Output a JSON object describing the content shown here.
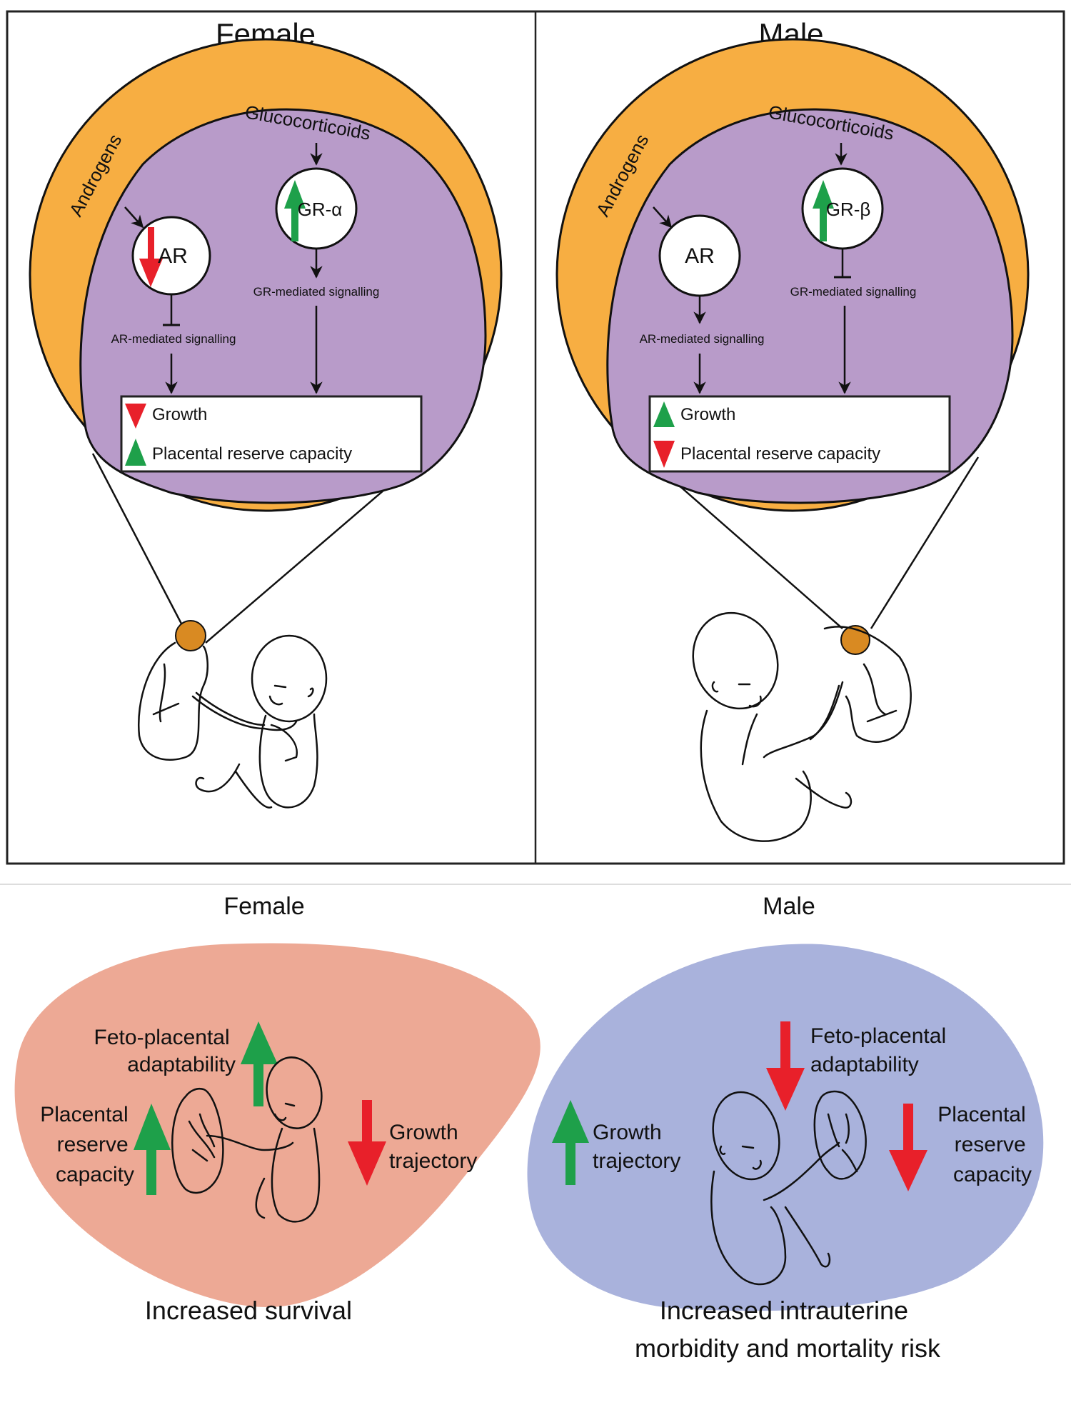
{
  "top_panels": [
    {
      "title": "Female",
      "hormones": {
        "androgens": "Androgens",
        "glucocorticoids": "Glucocorticoids"
      },
      "ar_receptor": {
        "label": "AR",
        "change": "down",
        "arrow_color": "#e8202a"
      },
      "gr_receptor": {
        "label": "GR-α",
        "change": "up",
        "arrow_color": "#1ea04a"
      },
      "ar_effect": "inhibits",
      "gr_effect": "activates",
      "ar_signalling": "AR-mediated signalling",
      "gr_signalling": "GR-mediated signalling",
      "outcomes": [
        {
          "label": "Growth",
          "change": "down",
          "color": "#e8202a"
        },
        {
          "label": "Placental reserve capacity",
          "change": "up",
          "color": "#1ea04a"
        }
      ]
    },
    {
      "title": "Male",
      "hormones": {
        "androgens": "Androgens",
        "glucocorticoids": "Glucocorticoids"
      },
      "ar_receptor": {
        "label": "AR",
        "change": "none",
        "arrow_color": ""
      },
      "gr_receptor": {
        "label": "GR-β",
        "change": "up",
        "arrow_color": "#1ea04a"
      },
      "ar_effect": "activates",
      "gr_effect": "inhibits",
      "ar_signalling": "AR-mediated signalling",
      "gr_signalling": "GR-mediated signalling",
      "outcomes": [
        {
          "label": "Growth",
          "change": "up",
          "color": "#1ea04a"
        },
        {
          "label": "Placental reserve capacity",
          "change": "down",
          "color": "#e8202a"
        }
      ]
    }
  ],
  "bottom_panels": [
    {
      "title": "Female",
      "blob_color": "#eda995",
      "factors": [
        {
          "label_lines": [
            "Feto-placental",
            "adaptability"
          ],
          "change": "up",
          "color": "#1ea04a"
        },
        {
          "label_lines": [
            "Placental",
            "reserve",
            "capacity"
          ],
          "change": "up",
          "color": "#1ea04a"
        },
        {
          "label_lines": [
            "Growth",
            "trajectory"
          ],
          "change": "down",
          "color": "#e8202a"
        }
      ],
      "outcome": {
        "text_lines": [
          "Increased survival"
        ],
        "color": "#1ea04a"
      }
    },
    {
      "title": "Male",
      "blob_color": "#a9b2dc",
      "factors": [
        {
          "label_lines": [
            "Feto-placental",
            "adaptability"
          ],
          "change": "down",
          "color": "#e8202a"
        },
        {
          "label_lines": [
            "Growth",
            "trajectory"
          ],
          "change": "up",
          "color": "#1ea04a"
        },
        {
          "label_lines": [
            "Placental",
            "reserve",
            "capacity"
          ],
          "change": "down",
          "color": "#e8202a"
        }
      ],
      "outcome": {
        "text_lines": [
          "Increased intrauterine",
          "morbidity and mortality risk"
        ],
        "color": "#e8202a"
      }
    }
  ],
  "colors": {
    "placenta_outer": "#f7ae42",
    "placenta_inner": "#b89bc9",
    "up": "#1ea04a",
    "down": "#e8202a"
  }
}
